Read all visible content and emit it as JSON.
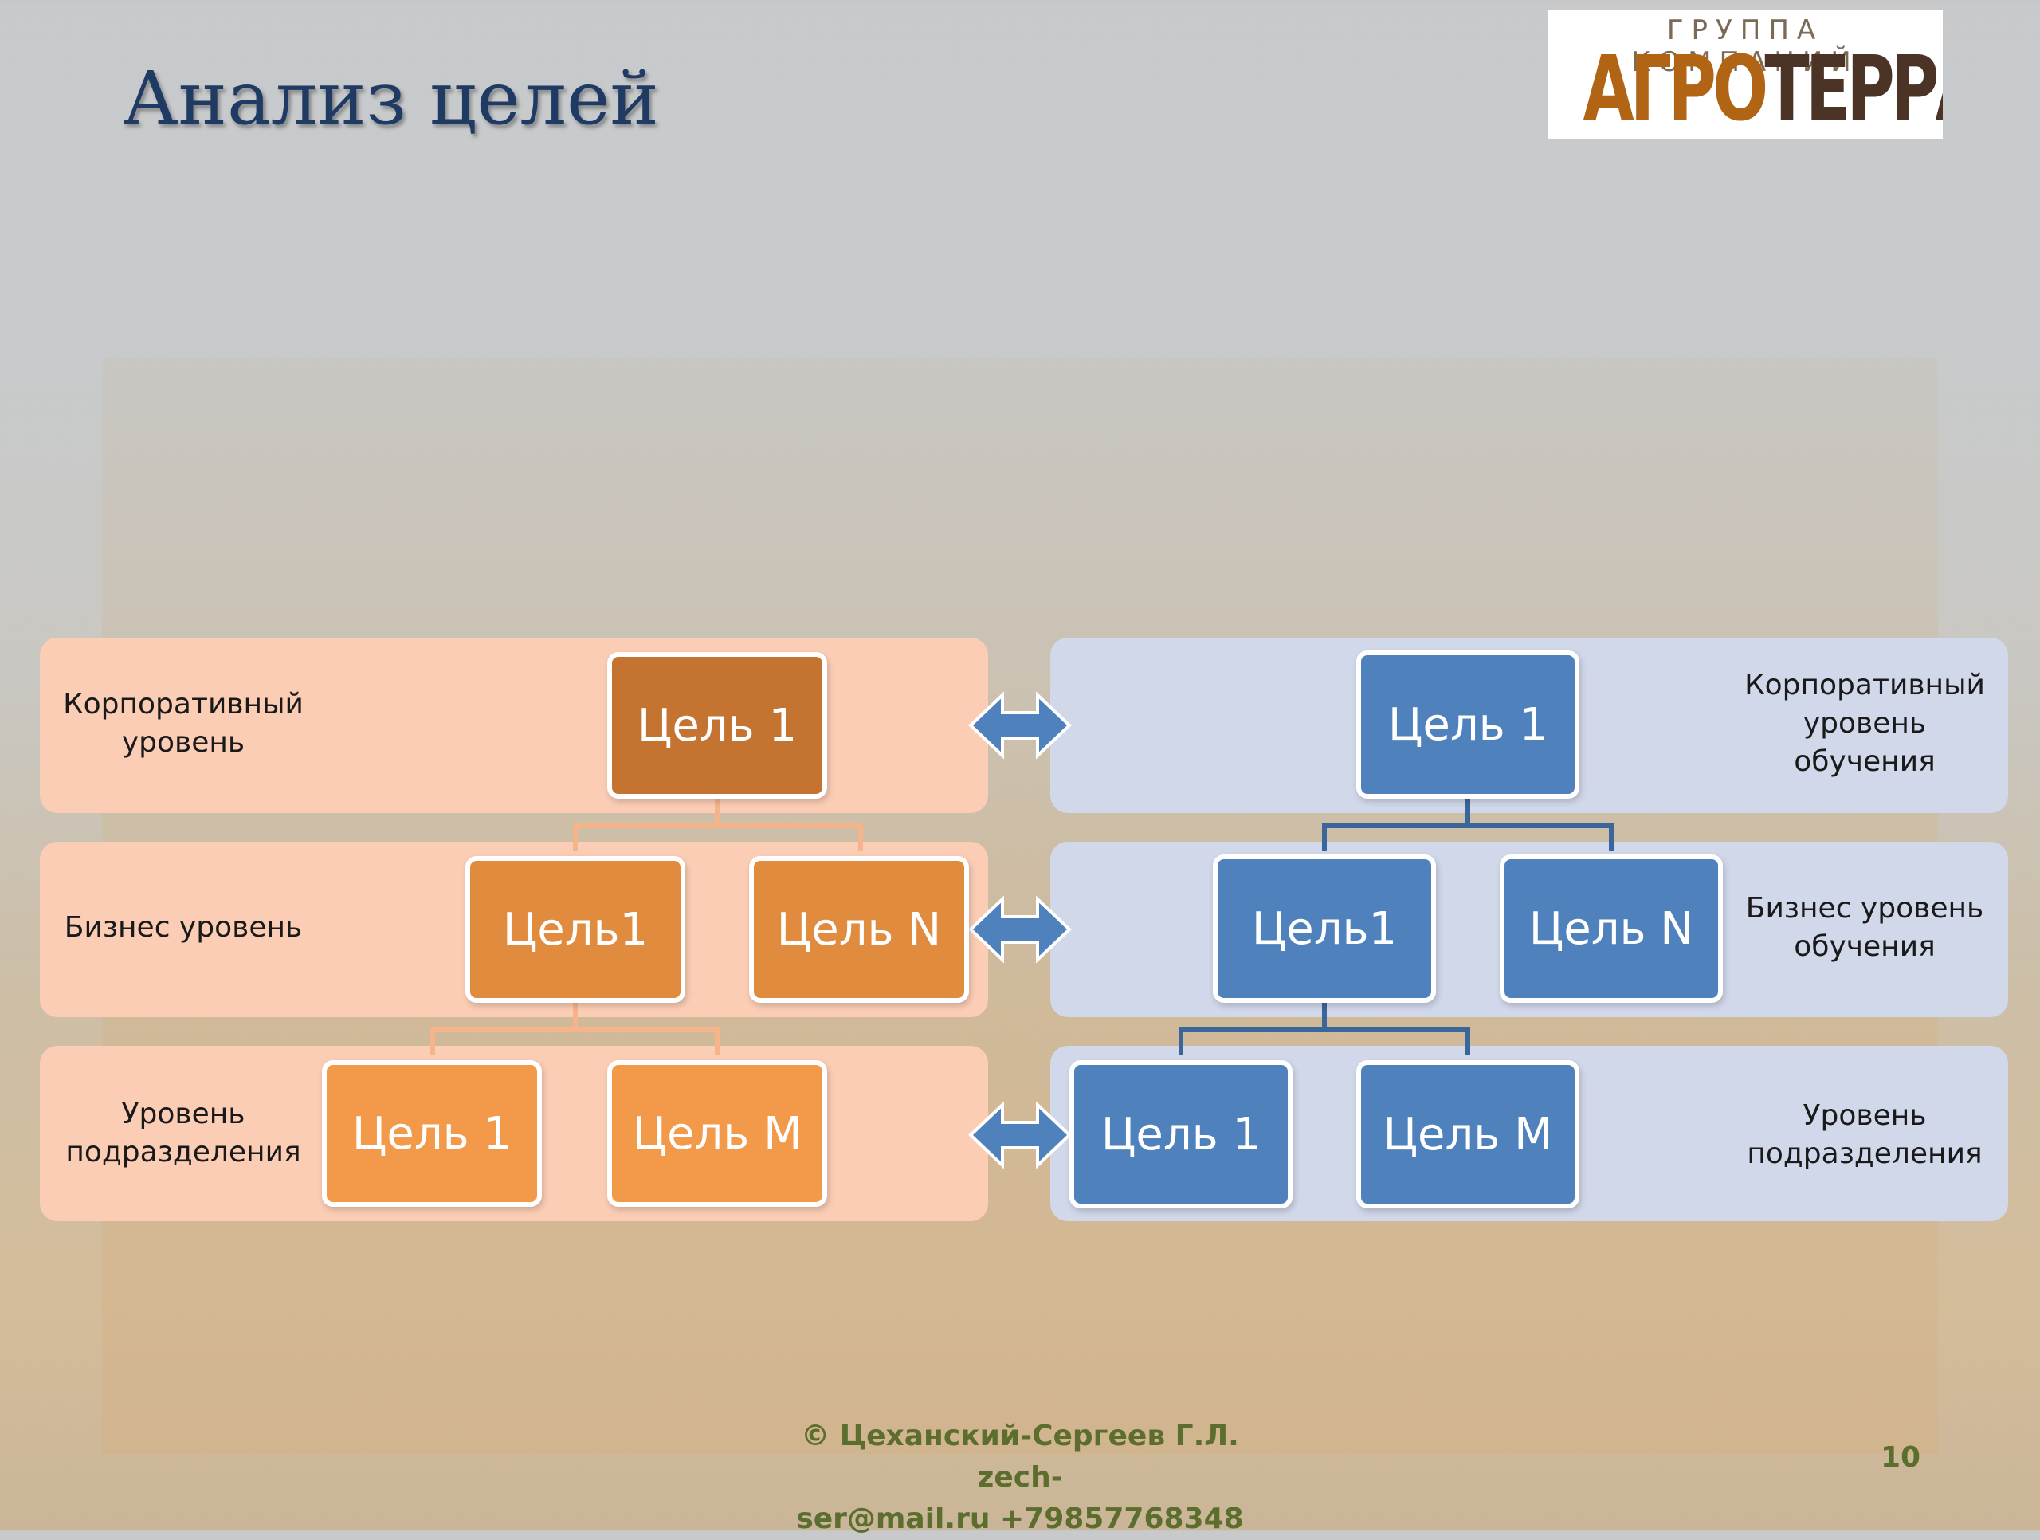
{
  "slide": {
    "title": "Анализ целей",
    "logo": {
      "top_text": "ГРУППА КОМПАНИЙ",
      "main_part1": "АГРО",
      "main_part2": "ТЕРРА"
    },
    "footer": {
      "credit_line1": "© Цеханский-Сергеев Г.Л.  zech-",
      "credit_line2": "ser@mail.ru +79857768348"
    },
    "page_number": "10"
  },
  "left_hierarchy": {
    "levels": [
      {
        "label_lines": [
          "Корпоративный",
          "уровень"
        ]
      },
      {
        "label_lines": [
          "Бизнес уровень"
        ]
      },
      {
        "label_lines": [
          "Уровень",
          "подразделения"
        ]
      }
    ],
    "goals": {
      "corporate": [
        "Цель 1"
      ],
      "business": [
        "Цель1",
        "Цель N"
      ],
      "division": [
        "Цель 1",
        "Цель M"
      ]
    },
    "colors": {
      "band": "#fbcdb5",
      "corporate": "#c47331",
      "business": "#e08b3e",
      "division": "#f39a4a",
      "connector": "#f5b48a"
    }
  },
  "right_hierarchy": {
    "levels": [
      {
        "label_lines": [
          "Корпоративный",
          "уровень",
          "обучения"
        ]
      },
      {
        "label_lines": [
          "Бизнес уровень",
          "обучения"
        ]
      },
      {
        "label_lines": [
          "Уровень",
          "подразделения"
        ]
      }
    ],
    "goals": {
      "corporate": [
        "Цель 1"
      ],
      "business": [
        "Цель1",
        "Цель N"
      ],
      "division": [
        "Цель 1",
        "Цель M"
      ]
    },
    "colors": {
      "band": "#d1d8ea",
      "box": "#4f81bd",
      "connector": "#3a6699"
    }
  },
  "arrow_color": "#4f81bd"
}
